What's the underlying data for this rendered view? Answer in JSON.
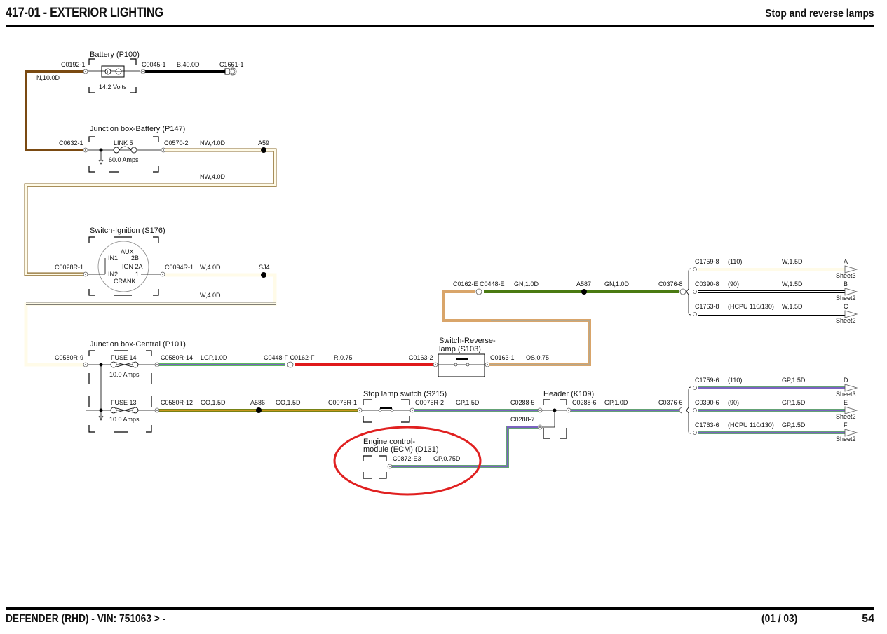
{
  "header": {
    "title": "417-01 - EXTERIOR LIGHTING",
    "subtitle": "Stop and reverse lamps"
  },
  "footer": {
    "vehicle": "DEFENDER  (RHD) - VIN: 751063 > -",
    "sheet": "(01 / 03)",
    "page": "54"
  },
  "colors": {
    "brown": "#7a4a12",
    "black": "#000000",
    "natural_white": "#8a6a2a",
    "white_fill": "#fffbe8",
    "light_green": "#5cb85c",
    "purple": "#7b63c0",
    "red": "#e0191b",
    "green": "#4a7a12",
    "orange": "#d9a56a",
    "slate": "#b5a88f",
    "gold": "#c8961e",
    "annotation": "#e02020"
  },
  "components": {
    "battery": {
      "title": "Battery (P100)",
      "voltage": "14.2 Volts",
      "conn_left": "C0192-1",
      "conn_right": "C0045-1",
      "ground_conn": "C1661-1"
    },
    "jb_battery": {
      "title": "Junction box-Battery (P147)",
      "link": "LINK 5",
      "rating": "60.0 Amps",
      "conn_left": "C0632-1",
      "conn_right": "C0570-2"
    },
    "ignition": {
      "title": "Switch-Ignition (S176)",
      "conn_left": "C0028R-1",
      "conn_right": "C0094R-1",
      "pins": [
        "AUX",
        "IN1",
        "2B",
        "IGN 2A",
        "IN2",
        "1",
        "CRANK"
      ]
    },
    "jb_central": {
      "title": "Junction box-Central (P101)",
      "conn_in": "C0580R-9",
      "fuse14": "FUSE 14",
      "fuse14_rating": "10.0 Amps",
      "fuse14_conn": "C0580R-14",
      "fuse13": "FUSE 13",
      "fuse13_rating": "10.0 Amps",
      "fuse13_conn": "C0580R-12"
    },
    "reverse_switch": {
      "title_line1": "Switch-Reverse-",
      "title_line2": "lamp (S103)",
      "conn_left": "C0163-2",
      "conn_right": "C0163-1"
    },
    "stop_switch": {
      "title": "Stop lamp switch (S215)",
      "conn_left": "C0075R-1",
      "conn_right": "C0075R-2"
    },
    "header_k109": {
      "title": "Header (K109)",
      "conn_in": "C0288-5",
      "conn_out": "C0288-6",
      "conn_ecm": "C0288-7"
    },
    "ecm": {
      "title_line1": "Engine control-",
      "title_line2": "module (ECM) (D131)",
      "conn": "C0872-E3"
    }
  },
  "wires": {
    "battery_neg": "N,10.0D",
    "battery_pos": "B,40.0D",
    "jb_out": "NW,4.0D",
    "jb_return": "NW,4.0D",
    "splice_a59": "A59",
    "ign_out": "W,4.0D",
    "ign_return": "W,4.0D",
    "splice_sj4": "SJ4",
    "fuse14_out": "LGP,1.0D",
    "inline_conn_f": "C0448-F C0162-F",
    "red_wire": "R,0.75",
    "rev_out": "OS,0.75",
    "inline_conn_e": "C0162-E C0448-E",
    "gn1": "GN,1.0D",
    "splice_a587": "A587",
    "gn2": "GN,1.0D",
    "conn_c0376_8": "C0376-8",
    "fuse13_out": "GO,1.5D",
    "splice_a586": "A586",
    "go2": "GO,1.5D",
    "stop_out": "GP,1.5D",
    "header_out": "GP,1.0D",
    "conn_c0376_6": "C0376-6",
    "ecm_wire": "GP,0.75D"
  },
  "outputs_reverse": [
    {
      "conn": "C1759-8",
      "variant": "(110)",
      "wire": "W,1.5D",
      "letter": "A",
      "sheet": "Sheet3"
    },
    {
      "conn": "C0390-8",
      "variant": "(90)",
      "wire": "W,1.5D",
      "letter": "B",
      "sheet": "Sheet2"
    },
    {
      "conn": "C1763-8",
      "variant": "(HCPU 110/130)",
      "wire": "W,1.5D",
      "letter": "C",
      "sheet": "Sheet2"
    }
  ],
  "outputs_stop": [
    {
      "conn": "C1759-6",
      "variant": "(110)",
      "wire": "GP,1.5D",
      "letter": "D",
      "sheet": "Sheet3"
    },
    {
      "conn": "C0390-6",
      "variant": "(90)",
      "wire": "GP,1.5D",
      "letter": "E",
      "sheet": "Sheet2"
    },
    {
      "conn": "C1763-6",
      "variant": "(HCPU 110/130)",
      "wire": "GP,1.5D",
      "letter": "F",
      "sheet": "Sheet2"
    }
  ]
}
